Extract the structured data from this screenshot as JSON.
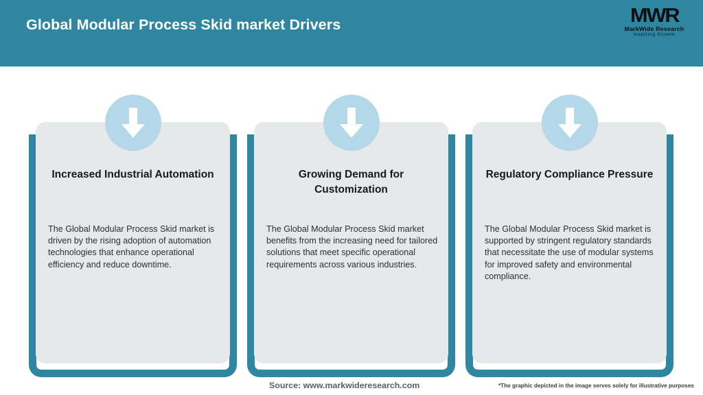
{
  "header": {
    "title": "Global Modular Process Skid market Drivers",
    "background_color": "#2f86a0",
    "title_color": "#ffffff",
    "logo": {
      "mark": "MWR",
      "name": "MarkWide Research",
      "tagline": "Inspiring Growth"
    }
  },
  "cards": [
    {
      "icon": "arrow-down-icon",
      "title": "Increased Industrial Automation",
      "body": "The Global Modular Process Skid market is driven by the rising adoption of automation technologies that enhance operational efficiency and reduce downtime."
    },
    {
      "icon": "arrow-down-icon",
      "title": "Growing Demand for Customization",
      "body": "The Global Modular Process Skid market benefits from the increasing need for tailored solutions that meet specific operational requirements across various industries."
    },
    {
      "icon": "arrow-down-icon",
      "title": "Regulatory Compliance Pressure",
      "body": "The Global Modular Process Skid market is supported by stringent regulatory standards that necessitate the use of modular systems for improved safety and environmental compliance."
    }
  ],
  "footer": {
    "source": "Source: www.markwideresearch.com",
    "note": "*The graphic depicted in the image serves solely for illustrative purposes"
  },
  "colors": {
    "teal": "#2f86a0",
    "card_background": "#e5e9ea",
    "badge_blue": "#b3d9e8",
    "page_background": "#ffffff"
  }
}
